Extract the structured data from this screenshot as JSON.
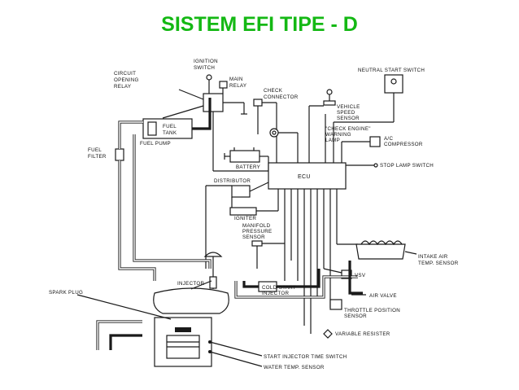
{
  "title": "SISTEM EFI TIPE - D",
  "colors": {
    "title": "#14b814",
    "ink": "#1a1a1a"
  },
  "labels": {
    "ignition_switch": [
      "IGNITION",
      "SWITCH"
    ],
    "circuit_opening_relay": [
      "CIRCUIT",
      "OPENING",
      "RELAY"
    ],
    "main_relay": [
      "MAIN",
      "RELAY"
    ],
    "check_connector": [
      "CHECK",
      "CONNECTOR"
    ],
    "neutral_start_switch": "NEUTRAL START SWITCH",
    "vehicle_speed_sensor": [
      "VEHICLE",
      "SPEED",
      "SENSOR"
    ],
    "fuel_tank": [
      "FUEL",
      "TANK"
    ],
    "fuel_pump": "FUEL PUMP",
    "check_engine_lamp": [
      "\"CHECK ENGINE\"",
      "WARNING",
      "LAMP"
    ],
    "ac_compressor": [
      "A/C",
      "COMPRESSOR"
    ],
    "fuel_filter": [
      "FUEL",
      "FILTER"
    ],
    "battery": "BATTERY",
    "ecu": "ECU",
    "stop_lamp_switch": "STOP LAMP SWITCH",
    "distributor": "DISTRIBUTOR",
    "igniter": "IGNITER",
    "manifold_pressure_sensor": [
      "MANIFOLD",
      "PRESSURE",
      "SENSOR"
    ],
    "intake_air_temp_sensor": [
      "INTAKE AIR",
      "TEMP. SENSOR"
    ],
    "vsv": "VSV",
    "injector": "INJECTOR",
    "spark_plug": "SPARK PLUG",
    "cold_start_injector": [
      "COLD-START",
      "INJECTOR"
    ],
    "air_valve": "AIR VALVE",
    "throttle_position_sensor": [
      "THROTTLE POSITION",
      "SENSOR"
    ],
    "variable_resister": "VARIABLE RESISTER",
    "start_injector_time_switch": "START INJECTOR TIME SWITCH",
    "water_temp_sensor": "WATER TEMP. SENSOR"
  }
}
